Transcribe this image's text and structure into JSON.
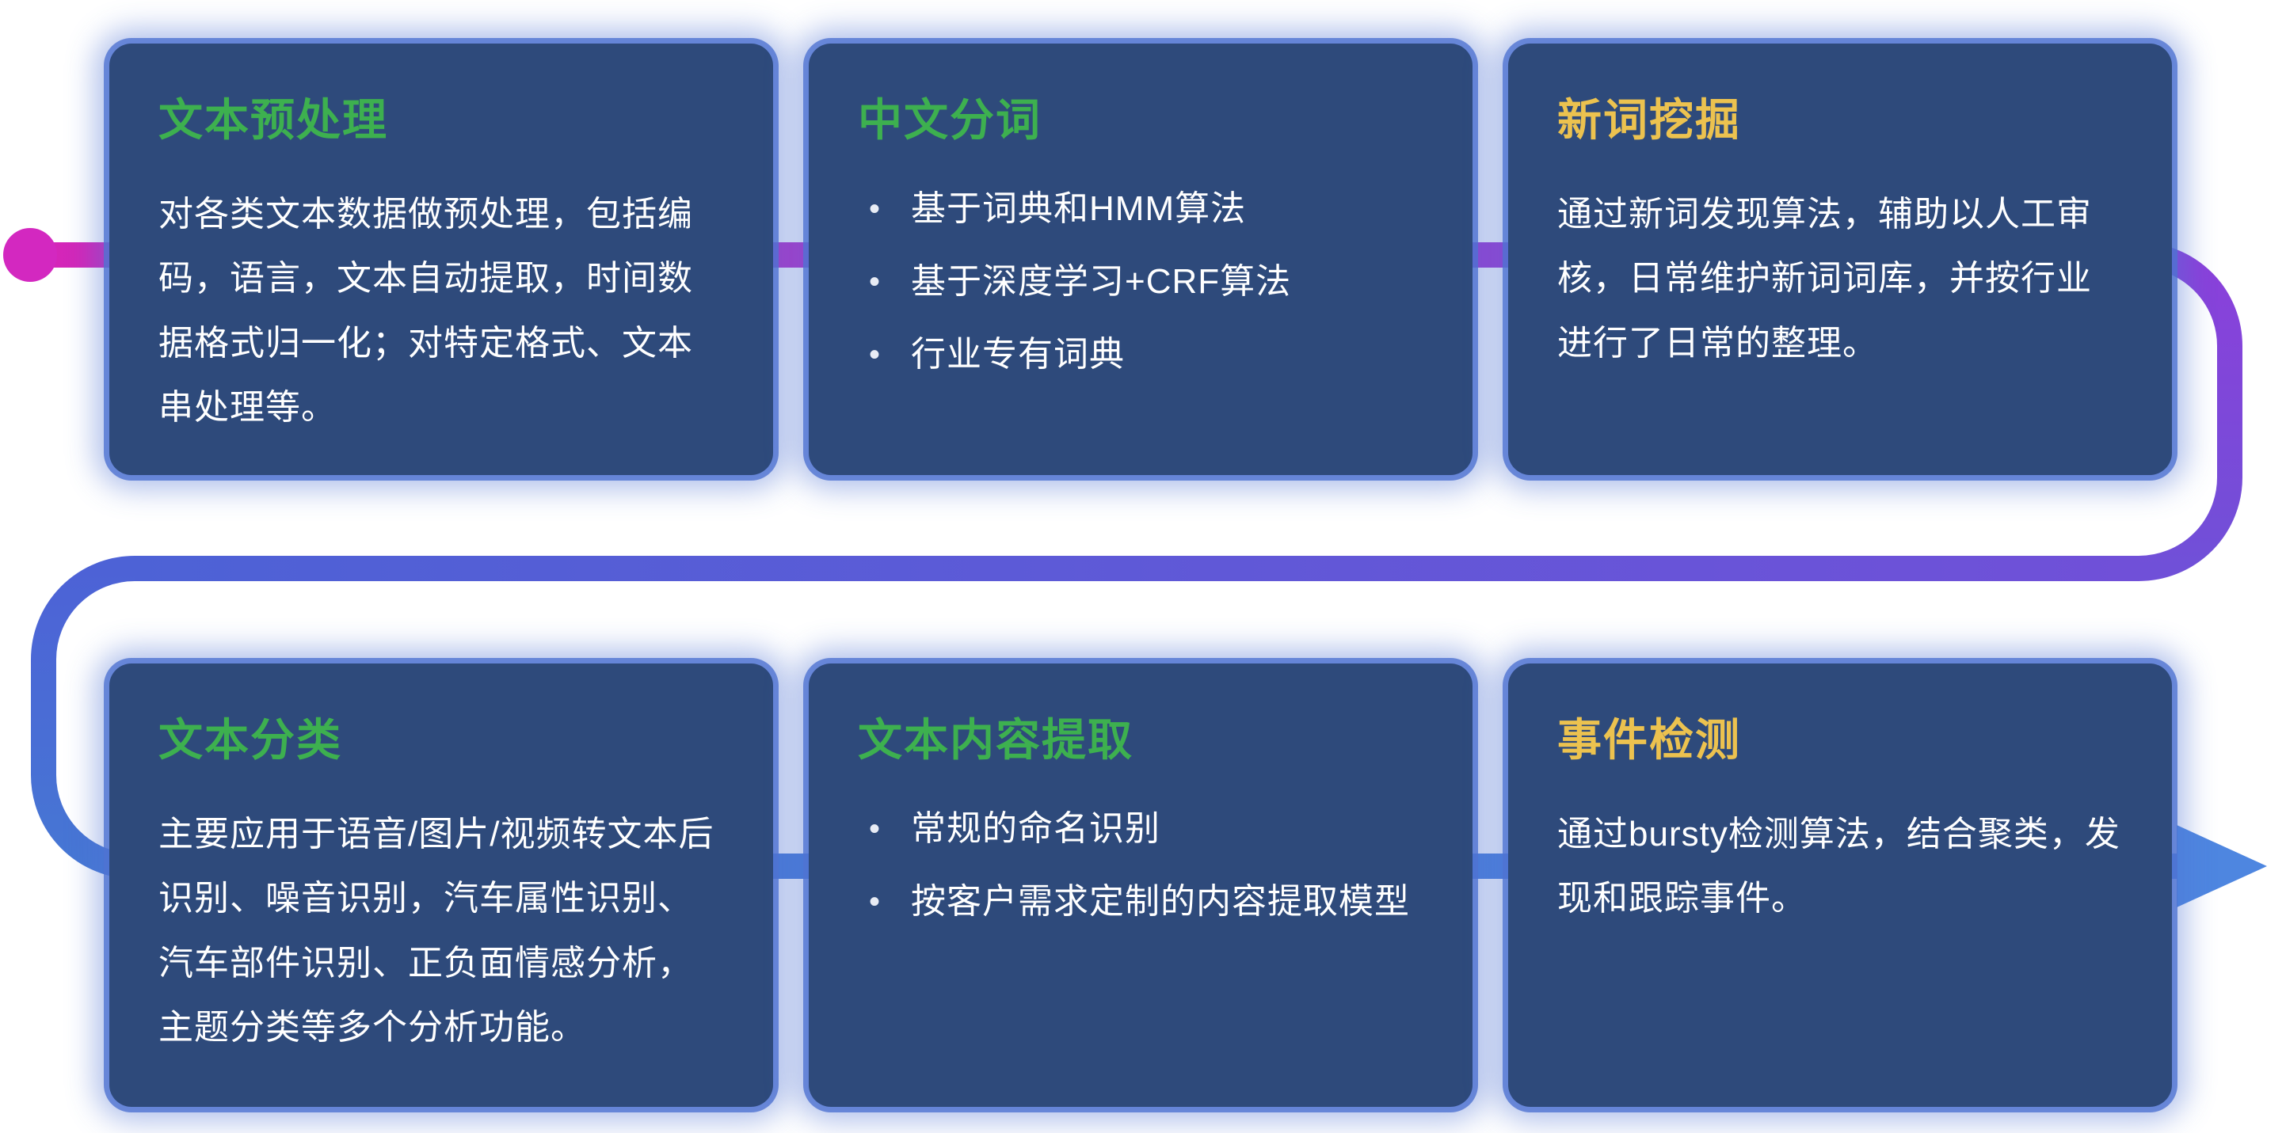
{
  "diagram": {
    "background": "#ffffff",
    "bullet_glyph": "•",
    "flow": {
      "direction": "snake-left-to-right",
      "start_dot_color": "#d328c0",
      "arrow_color": "#4e86e0",
      "gradient_stops": [
        "#d526b8",
        "#8b40da",
        "#7050d8",
        "#4d62d6",
        "#4677d4",
        "#4e86e0"
      ]
    },
    "colors": {
      "card_background": "#2e4a7b",
      "card_glow": "#4f73d2",
      "title_green": "#3db04f",
      "title_yellow": "#ecc24f",
      "body_text": "#ffffff"
    },
    "cards": [
      {
        "id": "text-preprocessing",
        "title": "文本预处理",
        "title_color": "#3db04f",
        "body": "对各类文本数据做预处理，包括编码，语言，文本自动提取，时间数据格式归一化；对特定格式、文本串处理等。"
      },
      {
        "id": "chinese-word-segmentation",
        "title": "中文分词",
        "title_color": "#3db04f",
        "bullets": [
          "基于词典和HMM算法",
          "基于深度学习+CRF算法",
          "行业专有词典"
        ]
      },
      {
        "id": "new-word-mining",
        "title": "新词挖掘",
        "title_color": "#ecc24f",
        "body": "通过新词发现算法，辅助以人工审核，日常维护新词词库，并按行业进行了日常的整理。"
      },
      {
        "id": "text-classification",
        "title": "文本分类",
        "title_color": "#3db04f",
        "body": "主要应用于语音/图片/视频转文本后识别、噪音识别，汽车属性识别、汽车部件识别、正负面情感分析，主题分类等多个分析功能。"
      },
      {
        "id": "text-content-extraction",
        "title": "文本内容提取",
        "title_color": "#3db04f",
        "bullets": [
          "常规的命名识别",
          "按客户需求定制的内容提取模型"
        ]
      },
      {
        "id": "event-detection",
        "title": "事件检测",
        "title_color": "#ecc24f",
        "body": "通过bursty检测算法，结合聚类，发现和跟踪事件。"
      }
    ]
  }
}
